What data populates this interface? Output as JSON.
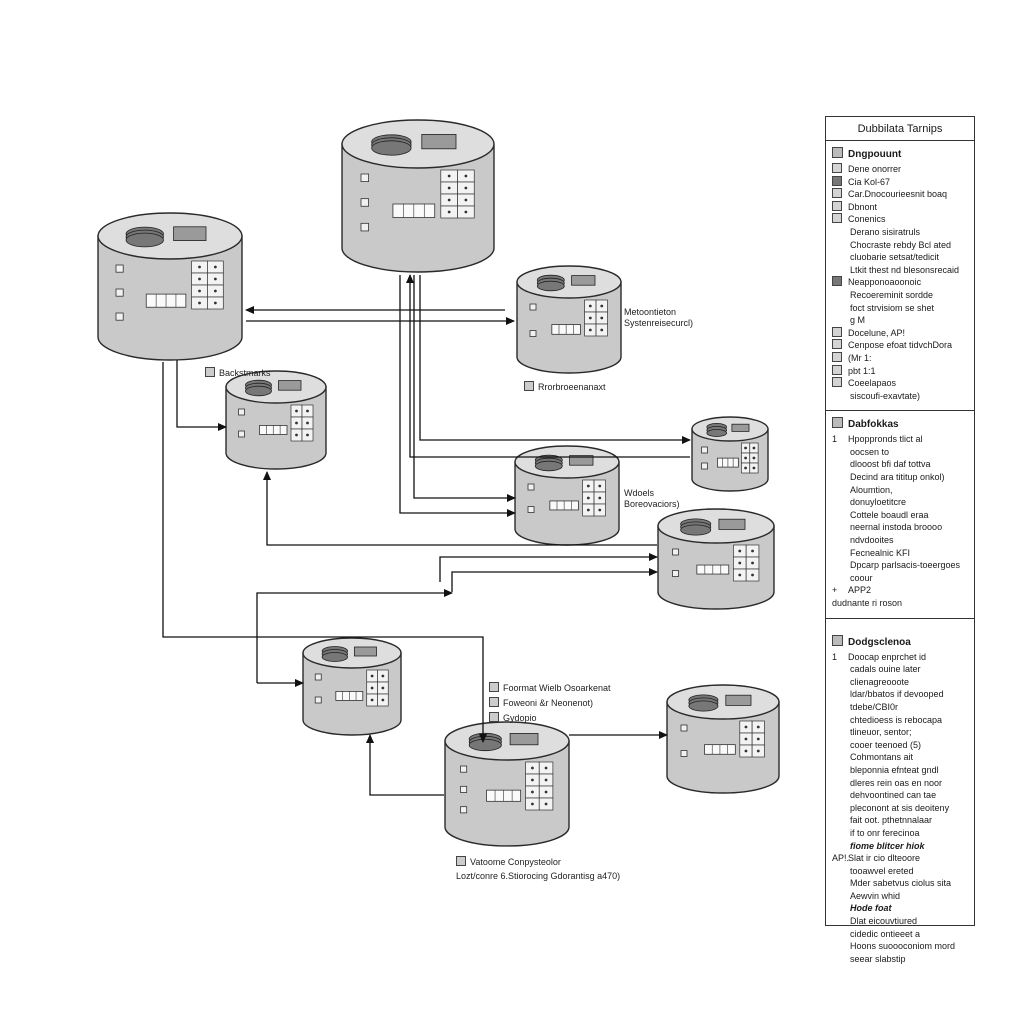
{
  "labels": {
    "db_a": "Backstmarks",
    "db_c": "Metoontieton Systenreisecurcl)",
    "db_c_sub": "Rrorbroeenanaxt",
    "db_e": "Wdoels Boreovaciors)",
    "db_h_items": [
      "Foormat Wielb Osoarkenat",
      "Foweoni &r Neonenot)",
      "Gydopio"
    ],
    "db_i": "Vatoome Conpysteolor",
    "db_i_sub": "Lozt/conre 6.Stiorocing Gdorantisg a470)"
  },
  "legend": {
    "title": "Dubbilata Tarnips",
    "sections": [
      {
        "heading": "Dngpouunt",
        "items": [
          {
            "t": "Dene onorrer",
            "k": "ic"
          },
          {
            "t": "Cia Kol-67",
            "k": "ic dark"
          },
          {
            "t": "Car.Dnocourieesnit boaq",
            "k": "ic"
          },
          {
            "t": "Dbnont",
            "k": "ic"
          },
          {
            "t": "Conenics",
            "k": "ic"
          },
          {
            "t": "Derano sisiratruls",
            "k": "ind"
          },
          {
            "t": "Chocraste rebdy Bcl ated",
            "k": "ind"
          },
          {
            "t": "cluobarie setsat/tedicit",
            "k": "ind"
          },
          {
            "t": "Ltkit thest nd blesonsrecaid",
            "k": "ind"
          },
          {
            "t": "Neapponoaoonoic",
            "k": "ic dark"
          },
          {
            "t": "Recoereminit sordde",
            "k": "ind"
          },
          {
            "t": "foct strvisiom se shet",
            "k": "ind"
          },
          {
            "t": "g M",
            "k": "ind"
          },
          {
            "t": "Docelune, AP!",
            "k": "ic"
          },
          {
            "t": "Cenpose efoat tidvchDora",
            "k": "ic"
          },
          {
            "t": "(Mr 1:",
            "k": "ic"
          },
          {
            "t": "pbt 1:1",
            "k": "ic"
          },
          {
            "t": "Coeelapaos",
            "k": "ic"
          },
          {
            "t": "siscoufi-exavtate)",
            "k": "ind"
          }
        ]
      },
      {
        "heading": "Dabfokkas",
        "items": [
          {
            "n": "1",
            "t": "Hpoppronds tlict al",
            "k": "num"
          },
          {
            "t": "oocsen to",
            "k": "ind"
          },
          {
            "t": "dlooost bfi daf tottva",
            "k": "ind"
          },
          {
            "t": "Decind ara tititup onkol)",
            "k": "ind"
          },
          {
            "t": "Aloumtion,",
            "k": "ind"
          },
          {
            "t": "donuyloetitcre",
            "k": "ind"
          },
          {
            "t": "Cottele boaudl eraa",
            "k": "ind"
          },
          {
            "t": "neernal instoda broooo",
            "k": "ind"
          },
          {
            "t": "ndvdooites",
            "k": "ind"
          },
          {
            "t": "Fecnealnic KFI",
            "k": "ind"
          },
          {
            "t": "Dpcarp parlsacis-toeergoes",
            "k": "ind"
          },
          {
            "t": "coour",
            "k": "ind"
          },
          {
            "n": "+",
            "t": "APP2",
            "k": "num"
          },
          {
            "t": "dudnante ri roson",
            "k": "plain"
          }
        ]
      },
      {
        "heading": "Dodgsclenoa",
        "items": [
          {
            "n": "1",
            "t": "Doocap enprchet id",
            "k": "num"
          },
          {
            "t": "cadals ouine later",
            "k": "ind"
          },
          {
            "t": "clienagreooote",
            "k": "ind"
          },
          {
            "t": "ldar/bbatos if devooped",
            "k": "ind"
          },
          {
            "t": "tdebe/CBI0r",
            "k": "ind"
          },
          {
            "t": "chtedioess is rebocapa",
            "k": "ind"
          },
          {
            "t": "tlineuor, sentor;",
            "k": "ind"
          },
          {
            "t": "cooer teenoed (5)",
            "k": "ind"
          },
          {
            "t": "Cohmontans ait",
            "k": "ind"
          },
          {
            "t": "bleponnia efnteat gndl",
            "k": "ind"
          },
          {
            "t": "dleres rein oas en noor",
            "k": "ind"
          },
          {
            "t": "dehvoontined can tae",
            "k": "ind"
          },
          {
            "t": "pleconont at sis deoiteny",
            "k": "ind"
          },
          {
            "t": "fait oot. pthetnnalaar",
            "k": "ind"
          },
          {
            "t": "if to onr ferecinoa",
            "k": "ind"
          },
          {
            "t": "fiome blitcer hiok",
            "k": "ind b"
          },
          {
            "n": "AP!.",
            "t": "Slat ir cio dlteoore",
            "k": "num"
          },
          {
            "t": "tooawvel ereted",
            "k": "ind"
          },
          {
            "t": "Mder sabetvus ciolus sita",
            "k": "ind"
          },
          {
            "t": "Aewvin whid",
            "k": "ind"
          },
          {
            "t": "Hode foat",
            "k": "ind b"
          },
          {
            "t": "Dlat eicouvtiured",
            "k": "ind"
          },
          {
            "t": "cidedic ontieeet a",
            "k": "ind"
          },
          {
            "t": "Hoons suoooconiom mord",
            "k": "ind"
          },
          {
            "t": "seear slabstip",
            "k": "ind"
          }
        ]
      }
    ]
  }
}
